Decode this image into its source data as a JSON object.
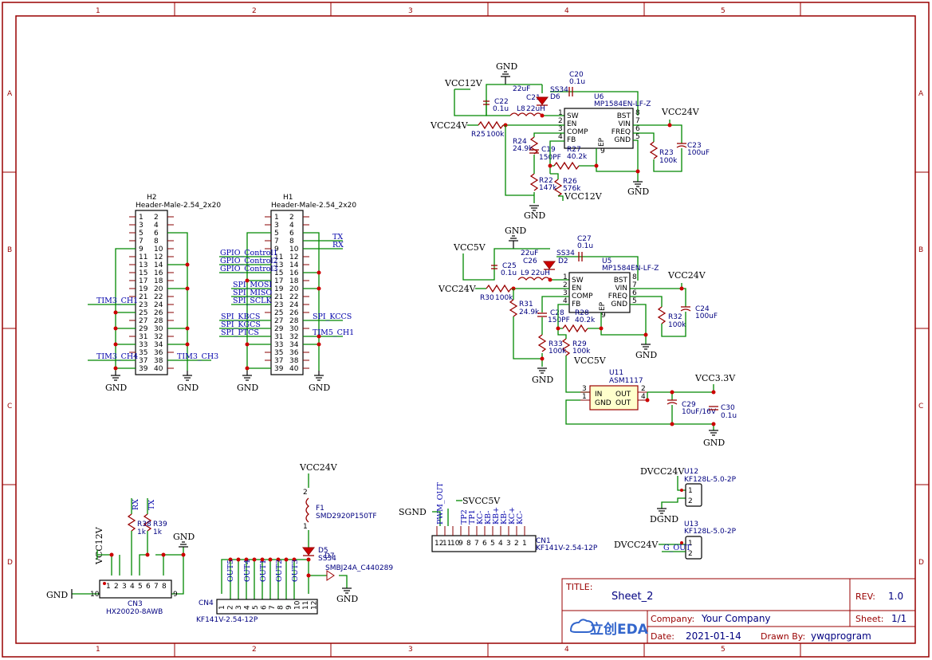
{
  "title_block": {
    "title_label": "TITLE:",
    "title": "Sheet_2",
    "rev_label": "REV:",
    "rev": "1.0",
    "company_label": "Company:",
    "company": "Your Company",
    "sheet_label": "Sheet:",
    "sheet": "1/1",
    "date_label": "Date:",
    "date": "2021-01-14",
    "drawn_label": "Drawn By:",
    "drawn_by": "ywqprogram",
    "logo": "立创EDA"
  },
  "zones": {
    "cols": [
      "1",
      "2",
      "3",
      "4",
      "5"
    ],
    "rows": [
      "A",
      "B",
      "C",
      "D"
    ]
  },
  "nets": {
    "gnd": "GND",
    "dgnd": "DGND",
    "vcc12": "VCC12V",
    "vcc24": "VCC24V",
    "vcc5": "VCC5V",
    "vcc33": "VCC3.3V",
    "dvcc24": "DVCC24V",
    "svcc5": "SVCC5V",
    "sgnd": "SGND"
  },
  "h2": {
    "ref": "H2",
    "value": "Header-Male-2.54_2x20",
    "left_pins": [
      "1",
      "3",
      "5",
      "7",
      "9",
      "11",
      "13",
      "15",
      "17",
      "19",
      "21",
      "23",
      "25",
      "27",
      "29",
      "31",
      "33",
      "35",
      "37",
      "39"
    ],
    "right_pins": [
      "2",
      "4",
      "6",
      "8",
      "10",
      "12",
      "14",
      "16",
      "18",
      "20",
      "22",
      "24",
      "26",
      "28",
      "30",
      "32",
      "34",
      "36",
      "38",
      "40"
    ],
    "labels": {
      "tim3_ch1": "TIM3_CH1",
      "tim3_ch4": "TIM3_CH4",
      "tim3_ch3": "TIM3_CH3"
    }
  },
  "h1": {
    "ref": "H1",
    "value": "Header-Male-2.54_2x20",
    "left_pins": [
      "1",
      "3",
      "5",
      "7",
      "9",
      "11",
      "13",
      "15",
      "17",
      "19",
      "21",
      "23",
      "25",
      "27",
      "29",
      "31",
      "33",
      "35",
      "37",
      "39"
    ],
    "right_pins": [
      "2",
      "4",
      "6",
      "8",
      "10",
      "12",
      "14",
      "16",
      "18",
      "20",
      "22",
      "24",
      "26",
      "28",
      "30",
      "32",
      "34",
      "36",
      "38",
      "40"
    ],
    "labels": {
      "tx": "TX",
      "rx": "RX",
      "gpio1": "GPIO_Control1",
      "gpio2": "GPIO_Control2",
      "gpio3": "GPIO_Control3",
      "mosi": "SPI_MOSI",
      "miso": "SPI_MISO",
      "sclk": "SPI_SCLK",
      "kbcs": "SPI_KBCS",
      "kgcs": "SPI_KGCS",
      "ptcs": "SPI_PTCS",
      "kccs": "SPI_KCCS",
      "tim5": "TIM5_CH1"
    }
  },
  "u6": {
    "ref": "U6",
    "value": "MP1584EN-LF-Z",
    "left": [
      "SW",
      "EN",
      "COMP",
      "FB"
    ],
    "left_nums": [
      "1",
      "2",
      "3",
      "4"
    ],
    "right": [
      "BST",
      "VIN",
      "FREQ",
      "GND"
    ],
    "right_nums": [
      "8",
      "7",
      "6",
      "5"
    ],
    "ep": "EP",
    "ep_num": "9",
    "c20": "C20",
    "c20v": "0.1u",
    "d6": "SS34",
    "d6ref": "D6",
    "c21": "C21",
    "c21v": "22uF",
    "c22": "C22",
    "c22v": "0.1u",
    "l": "L8",
    "lv": "22uH",
    "r25": "R25",
    "r25v": "100k",
    "r24": "R24",
    "r24v": "24.9k",
    "c19": "C19",
    "c19v": "150PF",
    "r27": "R27",
    "r27v": "40.2k",
    "r22": "R22",
    "r22v": "147k",
    "r26": "R26",
    "r26v": "576k",
    "r23": "R23",
    "r23v": "100k",
    "c23": "C23",
    "c23v": "100uF"
  },
  "u5": {
    "ref": "U5",
    "value": "MP1584EN-LF-Z",
    "left": [
      "SW",
      "EN",
      "COMP",
      "FB"
    ],
    "left_nums": [
      "1",
      "2",
      "3",
      "4"
    ],
    "right": [
      "BST",
      "VIN",
      "FREQ",
      "GND"
    ],
    "right_nums": [
      "8",
      "7",
      "6",
      "5"
    ],
    "ep": "EP",
    "ep_num": "9",
    "c27": "C27",
    "c27v": "0.1u",
    "d2": "SS34",
    "d2ref": "D2",
    "c26": "C26",
    "c26v": "22uF",
    "c25": "C25",
    "c25v": "0.1u",
    "l": "L9",
    "lv": "22uH",
    "r30": "R30",
    "r30v": "100k",
    "r31": "R31",
    "r31v": "24.9k",
    "c28": "C28",
    "c28v": "150PF",
    "r28": "R28",
    "r28v": "40.2k",
    "r33": "R33",
    "r33v": "100k",
    "r29": "R29",
    "r29v": "100k",
    "r32": "R32",
    "r32v": "100k",
    "c24": "C24",
    "c24v": "100uF"
  },
  "u11": {
    "ref": "U11",
    "value": "ASM1117",
    "pins": [
      "IN",
      "OUT",
      "GND",
      "OUT"
    ],
    "nums": [
      "3",
      "2",
      "1",
      "4"
    ],
    "c29": "C29",
    "c29v": "10uF/16V",
    "c30": "C30",
    "c30v": "0.1u"
  },
  "u12": {
    "ref": "U12",
    "value": "KF128L-5.0-2P",
    "pins": [
      "1",
      "2"
    ]
  },
  "u13": {
    "ref": "U13",
    "value": "KF128L-5.0-2P",
    "pins": [
      "1",
      "2"
    ],
    "label": "G_OUT"
  },
  "cn1": {
    "ref": "CN1",
    "value": "KF141V-2.54-12P",
    "top": [
      "12",
      "11",
      "10",
      "9",
      "8",
      "7",
      "6",
      "5",
      "4",
      "3",
      "2",
      "1"
    ],
    "labels": [
      "PWM_OUT",
      "TP2",
      "TP1",
      "KC-",
      "KB-",
      "KB+",
      "KB-",
      "KC+",
      "KC-"
    ]
  },
  "cn4": {
    "ref": "CN4",
    "value": "KF141V-2.54-12P",
    "nums": [
      "1",
      "2",
      "3",
      "4",
      "5",
      "6",
      "7",
      "8",
      "9",
      "10",
      "11",
      "12"
    ],
    "labels": [
      "OUT5",
      "OUT4",
      "OUT1",
      "OUT2",
      "OUT3"
    ]
  },
  "cn3": {
    "ref": "CN3",
    "value": "HX20020-8AWB",
    "top": [
      "1",
      "2",
      "3",
      "4",
      "5",
      "6",
      "7",
      "8"
    ],
    "bottom_l": "10",
    "bottom_r": "9",
    "r38": "R38",
    "r38v": "1k",
    "r39": "R39",
    "r39v": "1k",
    "rx": "RX",
    "tx": "TX"
  },
  "protect": {
    "f1": "F1",
    "f1v": "SMD2920P150TF",
    "f1pin1": "1",
    "f1pin2": "2",
    "d5": "D5",
    "d5v": "SS34",
    "d7": "D7",
    "d7v": "SMBJ24A_C440289"
  }
}
